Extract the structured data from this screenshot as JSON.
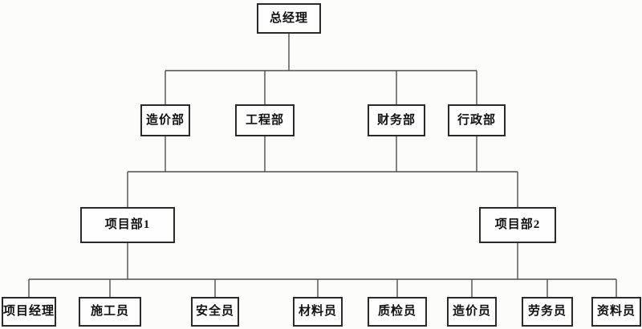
{
  "org_chart": {
    "root": {
      "label": "总经理"
    },
    "departments": [
      {
        "label": "造价部"
      },
      {
        "label": "工程部"
      },
      {
        "label": "财务部"
      },
      {
        "label": "行政部"
      }
    ],
    "project_departments": [
      {
        "label": "项目部1"
      },
      {
        "label": "项目部2"
      }
    ],
    "staff_roles": [
      {
        "label": "项目经理"
      },
      {
        "label": "施工员"
      },
      {
        "label": "安全员"
      },
      {
        "label": "材料员"
      },
      {
        "label": "质检员"
      },
      {
        "label": "造价员"
      },
      {
        "label": "劳务员"
      },
      {
        "label": "资料员"
      }
    ],
    "colors": {
      "background": "#fcfcfa",
      "box_fill": "#fefefe",
      "box_border": "#2a2a2a",
      "connector": "#4d4d4d",
      "text": "#111111"
    }
  }
}
